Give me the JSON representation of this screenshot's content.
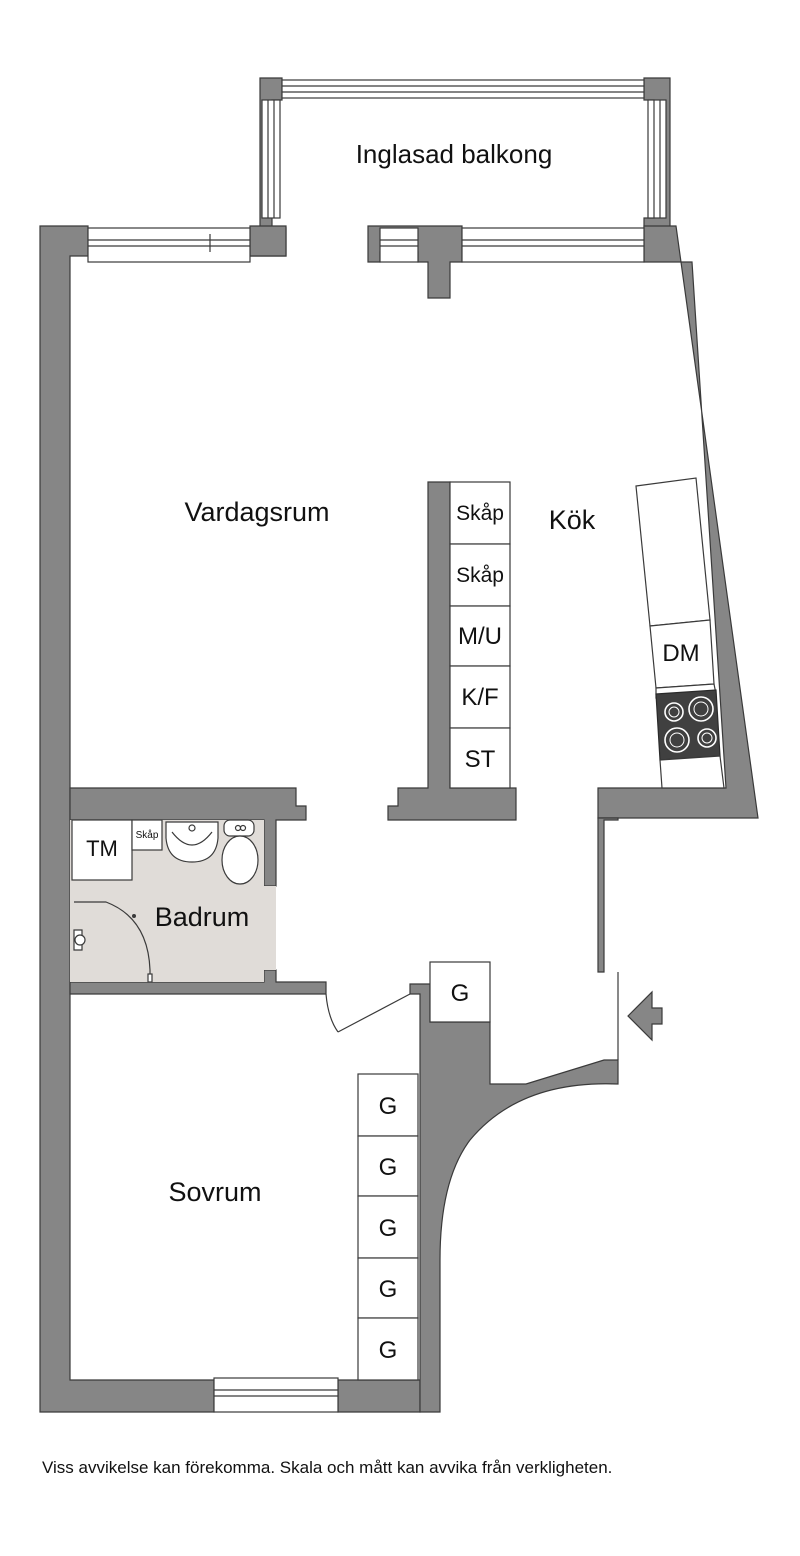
{
  "rooms": {
    "balcony": "Inglasad balkong",
    "living": "Vardagsrum",
    "kitchen": "Kök",
    "bathroom": "Badrum",
    "bedroom": "Sovrum"
  },
  "fixtures": {
    "cabinet_1": "Skåp",
    "cabinet_2": "Skåp",
    "microwave_oven": "M/U",
    "fridge_freezer": "K/F",
    "stove": "ST",
    "dishwasher": "DM",
    "washing_machine": "TM",
    "bath_cabinet": "Skåp",
    "wardrobe_hall": "G",
    "wardrobes": [
      "G",
      "G",
      "G",
      "G",
      "G"
    ]
  },
  "colors": {
    "wall": "#868686",
    "bathroom_floor": "#e0dcd8",
    "background": "#ffffff"
  },
  "disclaimer": "Viss avvikelse kan förekomma. Skala och mått kan avvika från verkligheten."
}
